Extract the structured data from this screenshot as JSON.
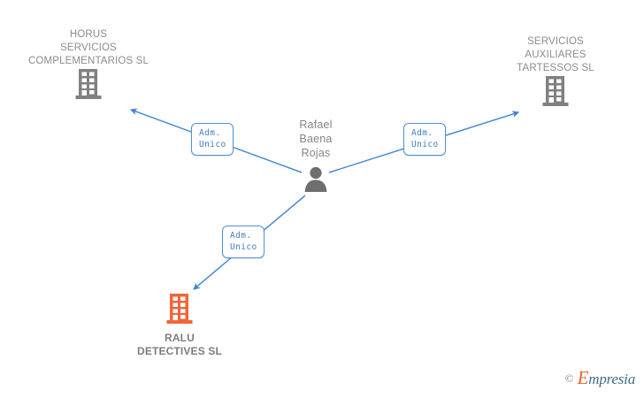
{
  "graph": {
    "background_color": "#ffffff",
    "edge_color": "#4f8fd6",
    "node_color": "#808080",
    "focus_color": "#f2653a",
    "center": {
      "type": "person",
      "name": "Rafael\nBaena\nRojas",
      "icon": "person-icon"
    },
    "nodes": [
      {
        "id": "horus",
        "label": "HORUS\nSERVICIOS\nCOMPLEMENTARIOS SL",
        "icon": "building-icon",
        "color": "#808080",
        "focus": false
      },
      {
        "id": "tartessos",
        "label": "SERVICIOS\nAUXILIARES\nTARTESSOS SL",
        "icon": "building-icon",
        "color": "#808080",
        "focus": false
      },
      {
        "id": "ralu",
        "label": "RALU\nDETECTIVES SL",
        "icon": "building-icon",
        "color": "#f2653a",
        "focus": true
      }
    ],
    "edges": [
      {
        "id": "edge-horus",
        "from": "rafael-baena-rojas",
        "to": "horus",
        "label": "Adm.\nUnico"
      },
      {
        "id": "edge-tartessos",
        "from": "rafael-baena-rojas",
        "to": "tartessos",
        "label": "Adm.\nUnico"
      },
      {
        "id": "edge-ralu",
        "from": "rafael-baena-rojas",
        "to": "ralu",
        "label": "Adm.\nUnico"
      }
    ]
  },
  "watermark": {
    "copyright": "©",
    "brand_lead": "E",
    "brand_rest": "mpresia"
  }
}
